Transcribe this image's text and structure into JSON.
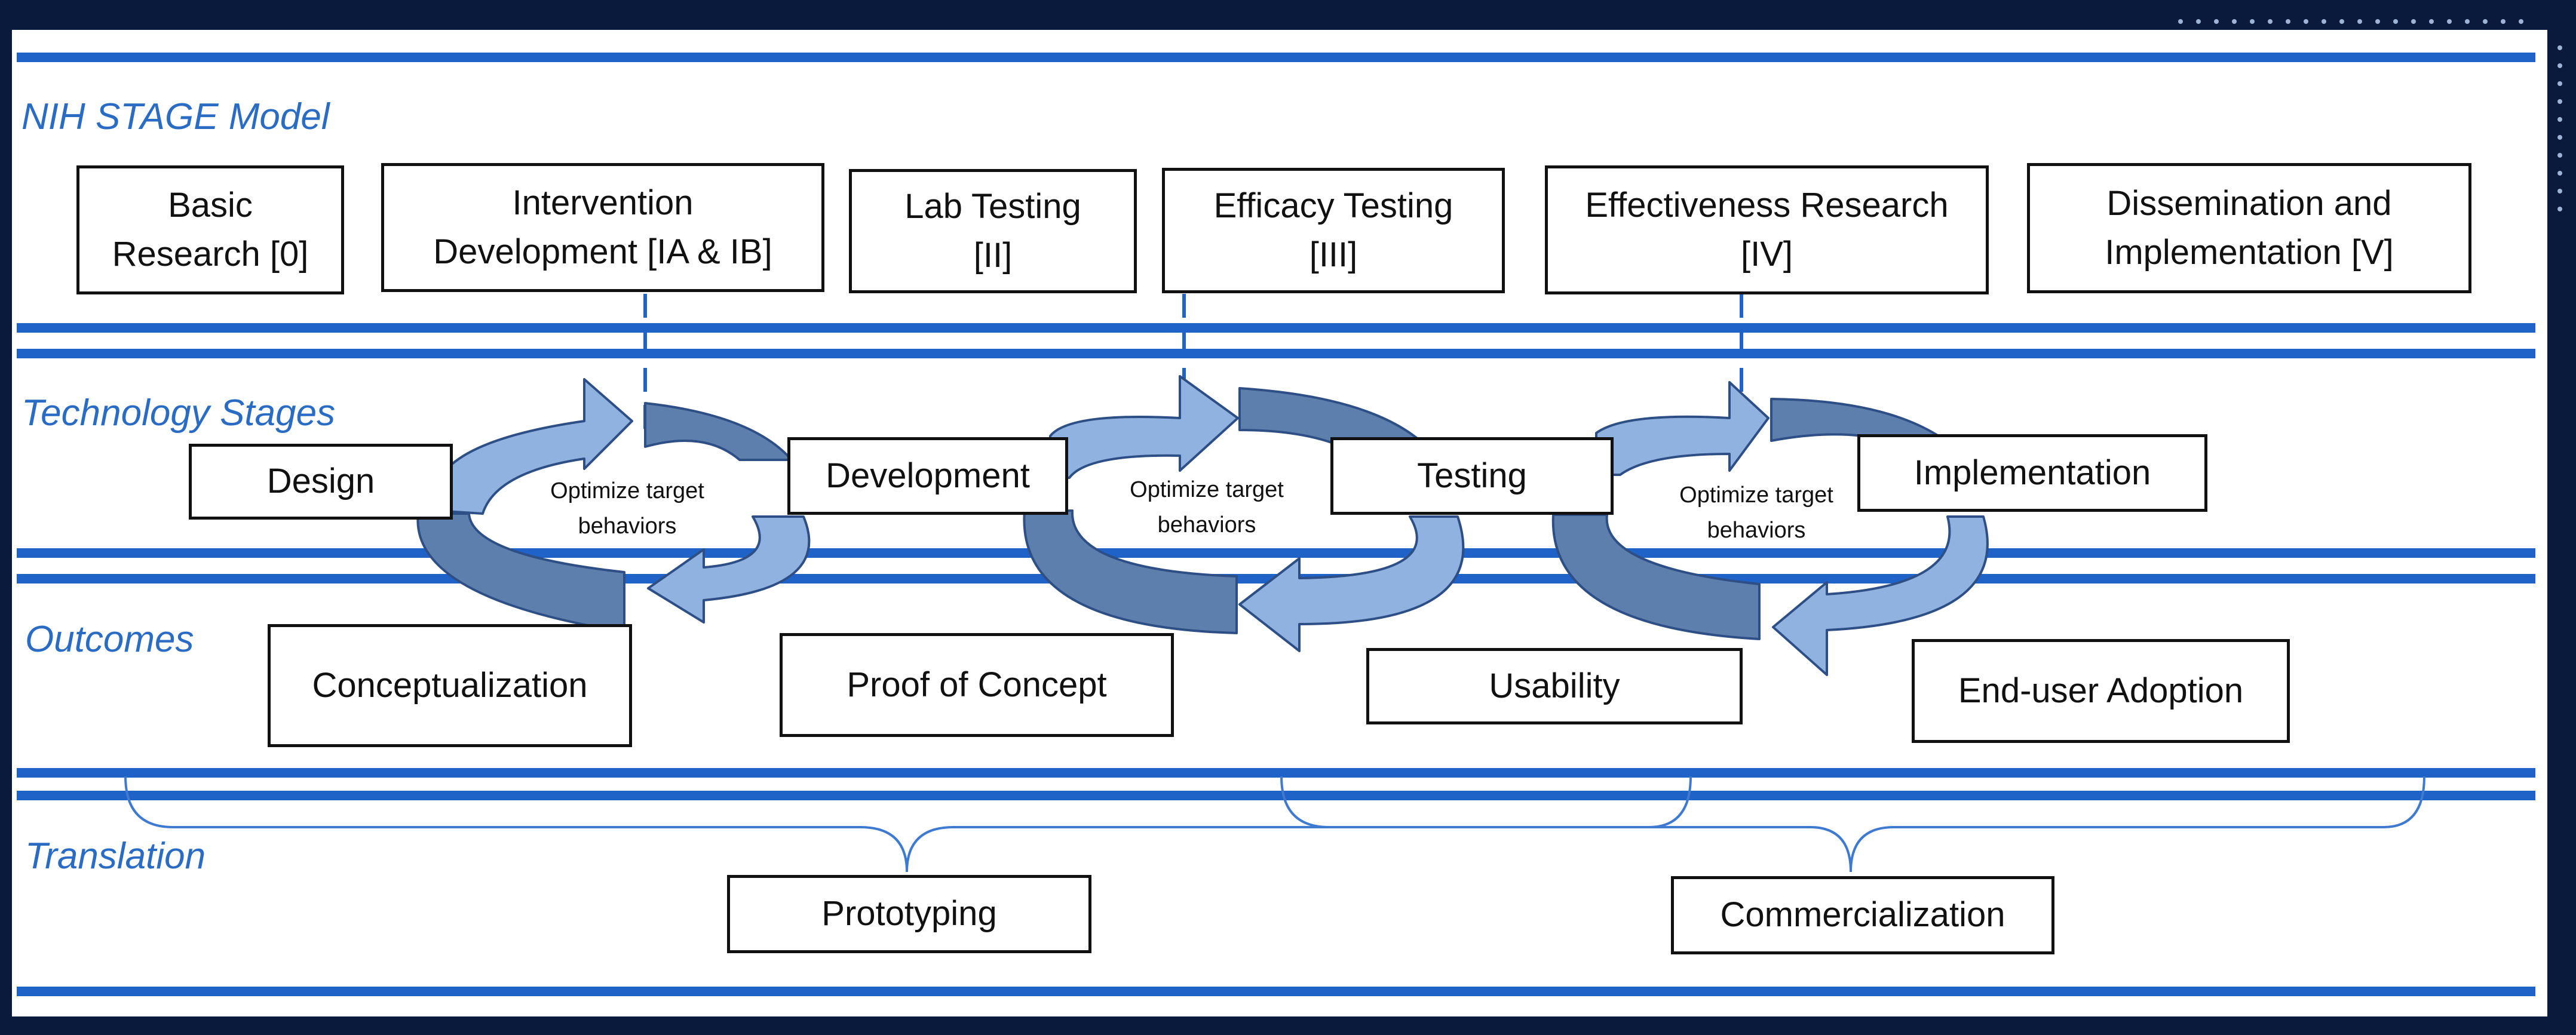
{
  "sections": {
    "nih": "NIH STAGE Model",
    "tech": "Technology Stages",
    "outcomes": "Outcomes",
    "translation": "Translation"
  },
  "nih_stages": [
    "Basic\nResearch [0]",
    "Intervention\nDevelopment [IA & IB]",
    "Lab Testing\n[II]",
    "Efficacy Testing\n[III]",
    "Effectiveness Research\n[IV]",
    "Dissemination and\nImplementation [V]"
  ],
  "tech_stages": [
    "Design",
    "Development",
    "Testing",
    "Implementation"
  ],
  "optimize": [
    "Optimize target\nbehaviors",
    "Optimize target\nbehaviors",
    "Optimize target\nbehaviors"
  ],
  "outcomes": [
    "Conceptualization",
    "Proof of Concept",
    "Usability",
    "End-user Adoption"
  ],
  "translation": [
    "Prototyping",
    "Commercialization"
  ],
  "colors": {
    "frame": "#0a1a3c",
    "rule": "#1f63c8",
    "section_text": "#2a6cc4",
    "arrow_light": "#8fb2e0",
    "arrow_dark": "#5c7fad",
    "arrow_stroke": "#2d4f85"
  }
}
